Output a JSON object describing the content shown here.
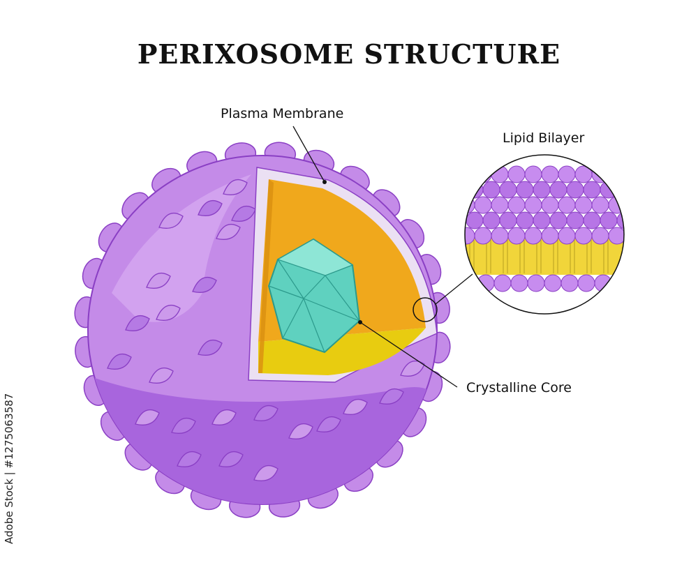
{
  "title": "PERIXOSOME STRUCTURE",
  "labels": {
    "plasma_membrane": "Plasma Membrane",
    "lipid_bilayer": "Lipid Bilayer",
    "crystalline_core": "Crystalline Core"
  },
  "stock_id": "Adobe Stock | #1275063587",
  "colors": {
    "membrane_purple": "#c48be8",
    "membrane_dark": "#a865dd",
    "outline": "#8a3fc4",
    "matrix_orange": "#f0a81c",
    "matrix_yellow": "#e8cc10",
    "core_teal": "#5fd1bf",
    "core_line": "#2c9a8c"
  }
}
